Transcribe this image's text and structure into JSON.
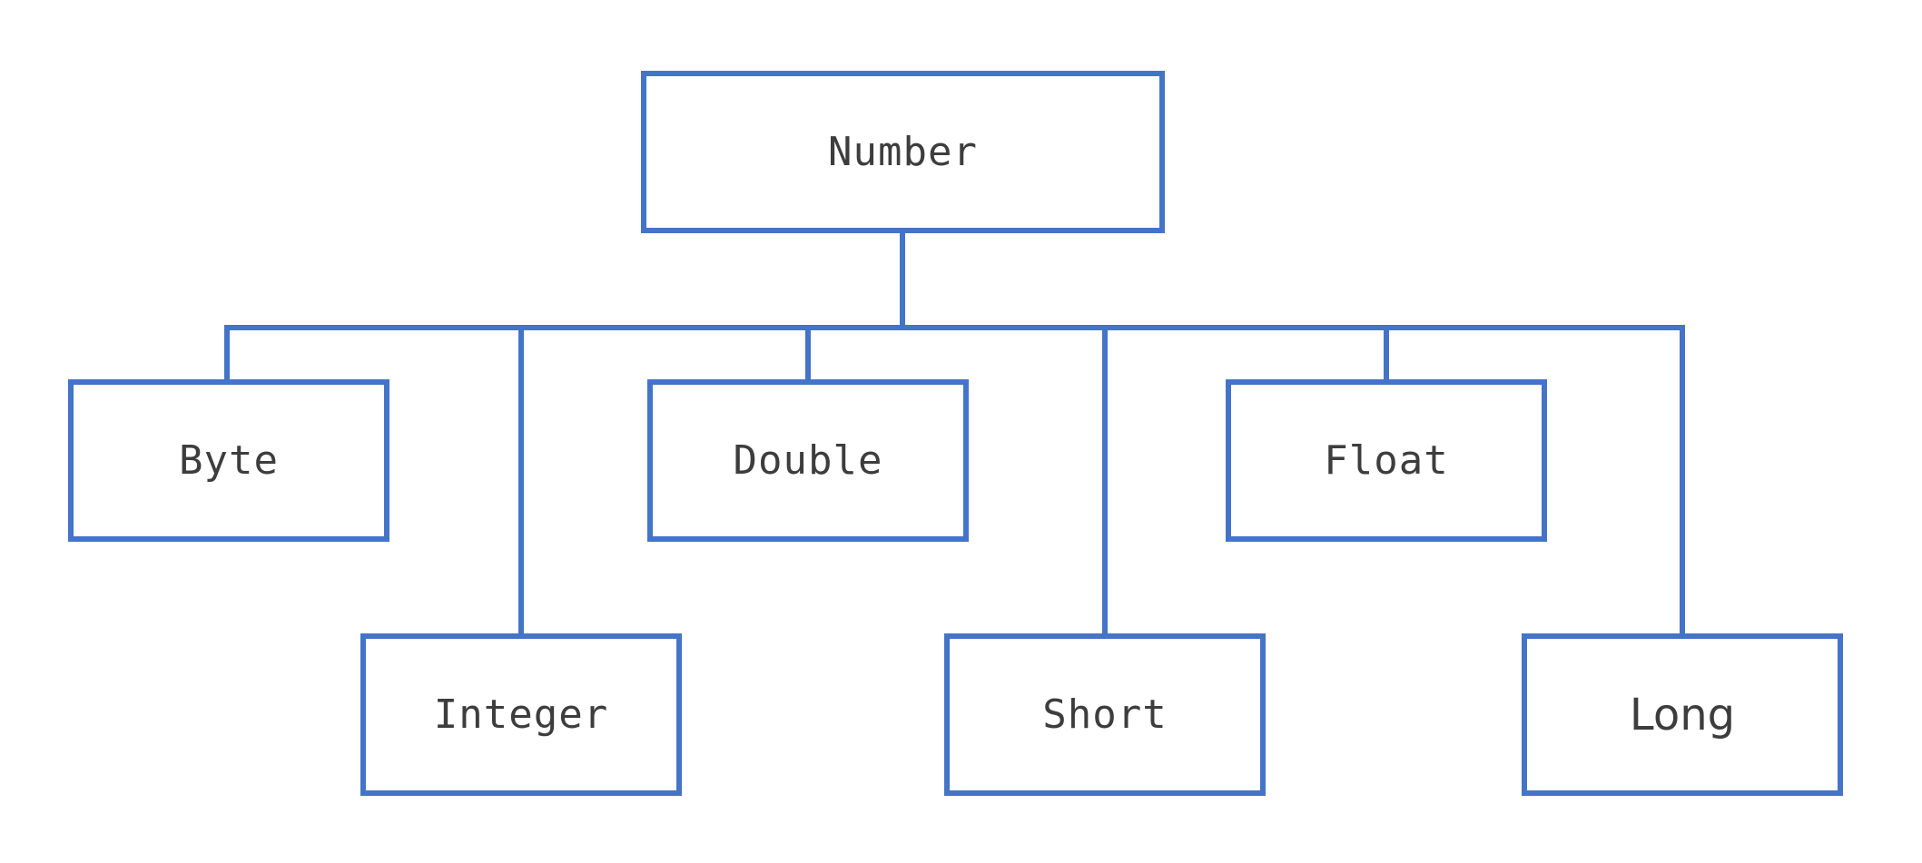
{
  "diagram": {
    "kind": "tree-hierarchy",
    "root_label": "Number",
    "children_labels": [
      "Byte",
      "Integer",
      "Double",
      "Short",
      "Float",
      "Long"
    ]
  },
  "nodes": {
    "number": {
      "label": "Number"
    },
    "byte": {
      "label": "Byte"
    },
    "integer": {
      "label": "Integer"
    },
    "double": {
      "label": "Double"
    },
    "short": {
      "label": "Short"
    },
    "float": {
      "label": "Float"
    },
    "long": {
      "label": "Long"
    }
  },
  "colors": {
    "line_blue": "#4474c8",
    "label_gray": "#3d3d3d",
    "background": "#ffffff"
  }
}
